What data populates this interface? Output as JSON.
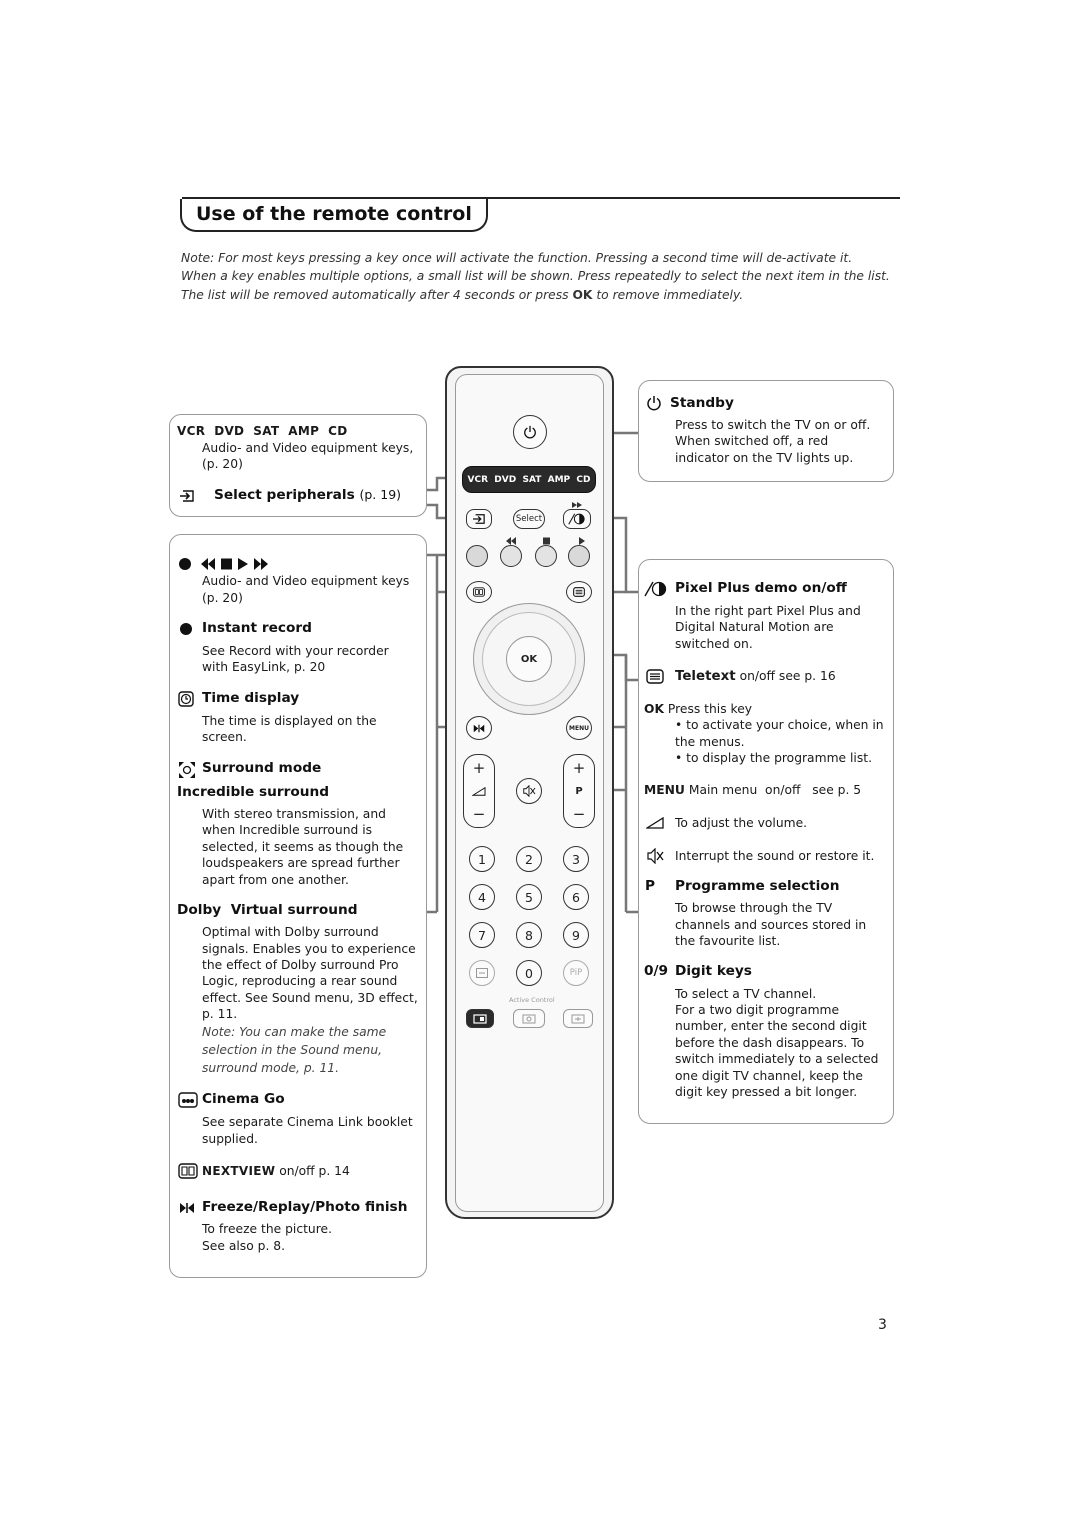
{
  "title": "Use of the remote control",
  "note": {
    "line1": "Note: For most keys pressing a key once will activate the function. Pressing a second time will de-activate it.",
    "line2": "When a key enables multiple options, a small list will be shown. Press repeatedly to select the next item in the list.",
    "line3_pre": "The list will be removed automatically after 4 seconds or press ",
    "line3_ok": "OK",
    "line3_post": " to remove immediately."
  },
  "left": {
    "vcr_keys": "VCR  DVD  SAT  AMP  CD",
    "vcr_desc1": "Audio- and Video equipment keys,",
    "vcr_desc2": "(p. 20)",
    "select_periph": "Select peripherals",
    "select_periph_page": "(p. 19)",
    "av_desc1": "Audio- and Video equipment keys",
    "av_desc2": "(p. 20)",
    "instant_record": "Instant record",
    "instant_desc1": "See Record with your recorder",
    "instant_desc2": "with EasyLink, p. 20",
    "time_display": "Time display",
    "time_desc1": "The time is displayed on the",
    "time_desc2": "screen.",
    "surround_mode": "Surround mode",
    "incredible_surround": "Incredible surround",
    "inc_desc": [
      "With stereo transmission, and",
      "when Incredible surround is",
      "selected, it seems as though the",
      "loudspeakers are spread further",
      "apart from one another."
    ],
    "dolby": "Dolby  Virtual surround",
    "dolby_desc": [
      "Optimal with Dolby surround",
      "signals. Enables you to experience",
      "the effect of Dolby surround Pro",
      "Logic, reproducing a rear sound",
      "effect. See Sound menu, 3D effect,",
      "p. 11."
    ],
    "dolby_note": [
      "Note: You can make the same",
      "selection in the Sound menu,",
      "surround mode, p. 11."
    ],
    "cinema_go": "Cinema Go",
    "cinema_desc1": "See separate Cinema Link booklet",
    "cinema_desc2": "supplied.",
    "nextview": "NEXTVIEW",
    "nextview_rest": "on/off p. 14",
    "freeze": "Freeze/Replay/Photo finish",
    "freeze_desc1": "To freeze the picture.",
    "freeze_desc2": "See also p. 8."
  },
  "right": {
    "standby": "Standby",
    "standby_desc": [
      "Press to switch the TV on or off.",
      "When switched off, a red",
      "indicator on the TV lights up."
    ],
    "pixel_plus": "Pixel Plus demo on/off",
    "pixel_desc": [
      "In the right part Pixel Plus and",
      "Digital Natural Motion are",
      "switched on."
    ],
    "teletext": "Teletext",
    "teletext_rest": "on/off see p. 16",
    "ok_label": "OK",
    "ok_desc": "Press this key",
    "ok_b1a": "• to activate your choice, when in",
    "ok_b1b": "the menus.",
    "ok_b2": "• to display the programme list.",
    "menu_label": "MENU",
    "menu_desc": "Main menu  on/off   see p. 5",
    "volume_desc": "To adjust the volume.",
    "mute_desc": "Interrupt the sound or restore it.",
    "p_label": "P",
    "programme": "Programme selection",
    "programme_desc": [
      "To browse through the TV",
      "channels and sources stored in",
      "the favourite list."
    ],
    "digit_label": "0/9",
    "digit_keys": "Digit keys",
    "digit_desc": [
      "To select a TV channel.",
      "For a two digit programme",
      "number, enter the second digit",
      "before the dash disappears. To",
      "switch immediately to a selected",
      "one digit TV channel, keep the",
      "digit key pressed a bit longer."
    ]
  },
  "remote": {
    "source_bar": "VCR  DVD  SAT  AMP  CD",
    "select_btn": "Select",
    "ok_btn": "OK",
    "menu_btn": "MENU",
    "p_btn": "P",
    "plus": "+",
    "minus": "−",
    "digits": [
      "1",
      "2",
      "3",
      "4",
      "5",
      "6",
      "7",
      "8",
      "9",
      "0"
    ],
    "pip": "PiP",
    "active_control": "Active Control"
  },
  "page_number": "3"
}
